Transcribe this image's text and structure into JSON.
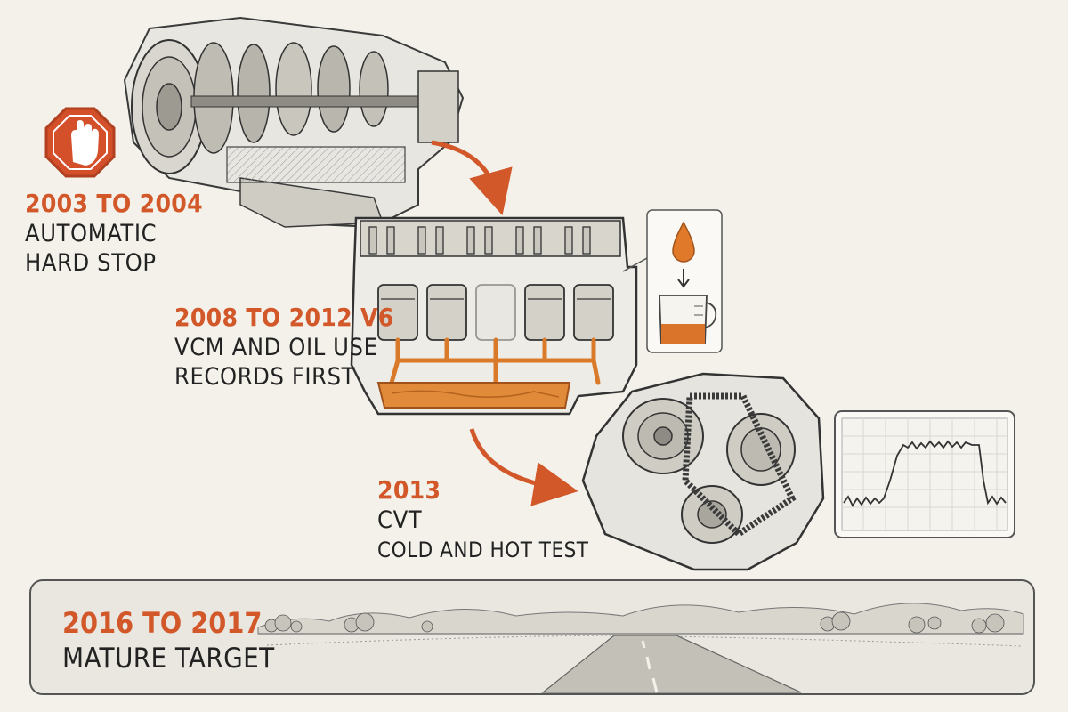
{
  "colors": {
    "accent": "#d2582a",
    "ink": "#222222",
    "background": "#f3f1ea",
    "oil": "#d97a2a"
  },
  "stage1": {
    "year": "2003 TO 2004",
    "line1": "AUTOMATIC",
    "line2": "HARD STOP",
    "icon": "stop-hand-icon"
  },
  "stage2": {
    "year": "2008 TO 2012 V6",
    "line1": "VCM AND OIL USE",
    "line2": "RECORDS FIRST",
    "icon": "oil-drop-measuring-cup-icon"
  },
  "stage3": {
    "year": "2013",
    "line1": "CVT",
    "line2": "COLD AND HOT TEST",
    "icon": "temperature-graph-icon"
  },
  "stage4": {
    "year": "2016 TO 2017",
    "line1": "MATURE TARGET"
  }
}
